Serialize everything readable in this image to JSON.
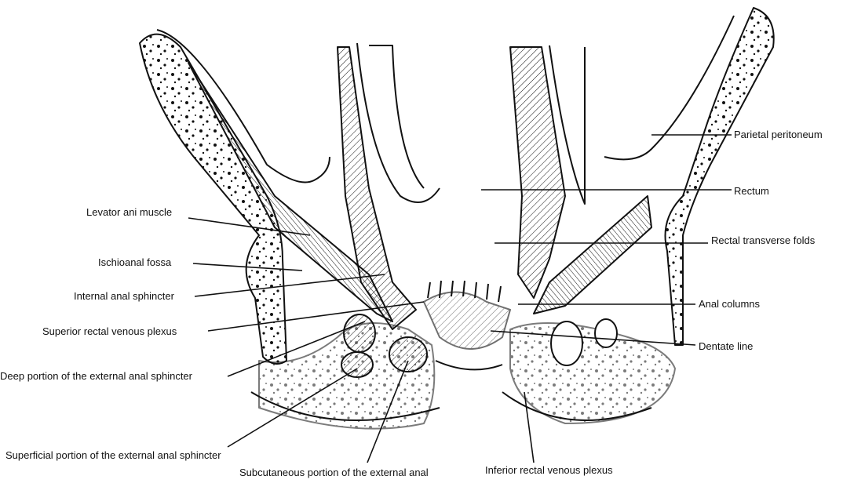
{
  "diagram": {
    "labels_left": {
      "levator_ani": "Levator ani muscle",
      "ischioanal_fossa": "Ischioanal fossa",
      "internal_sphincter": "Internal anal sphincter",
      "superior_plexus": "Superior rectal venous plexus",
      "deep_external": "Deep portion of the external anal sphincter",
      "superficial_external": "Superficial portion of the external anal sphincter",
      "subcutaneous_external": "Subcutaneous portion of the external anal"
    },
    "labels_right": {
      "parietal_peritoneum": "Parietal peritoneum",
      "rectum": "Rectum",
      "transverse_folds": "Rectal transverse folds",
      "anal_columns": "Anal columns",
      "dentate_line": "Dentate line",
      "inferior_plexus": "Inferior rectal venous plexus"
    },
    "colors": {
      "ink": "#111111",
      "background": "#ffffff"
    }
  }
}
